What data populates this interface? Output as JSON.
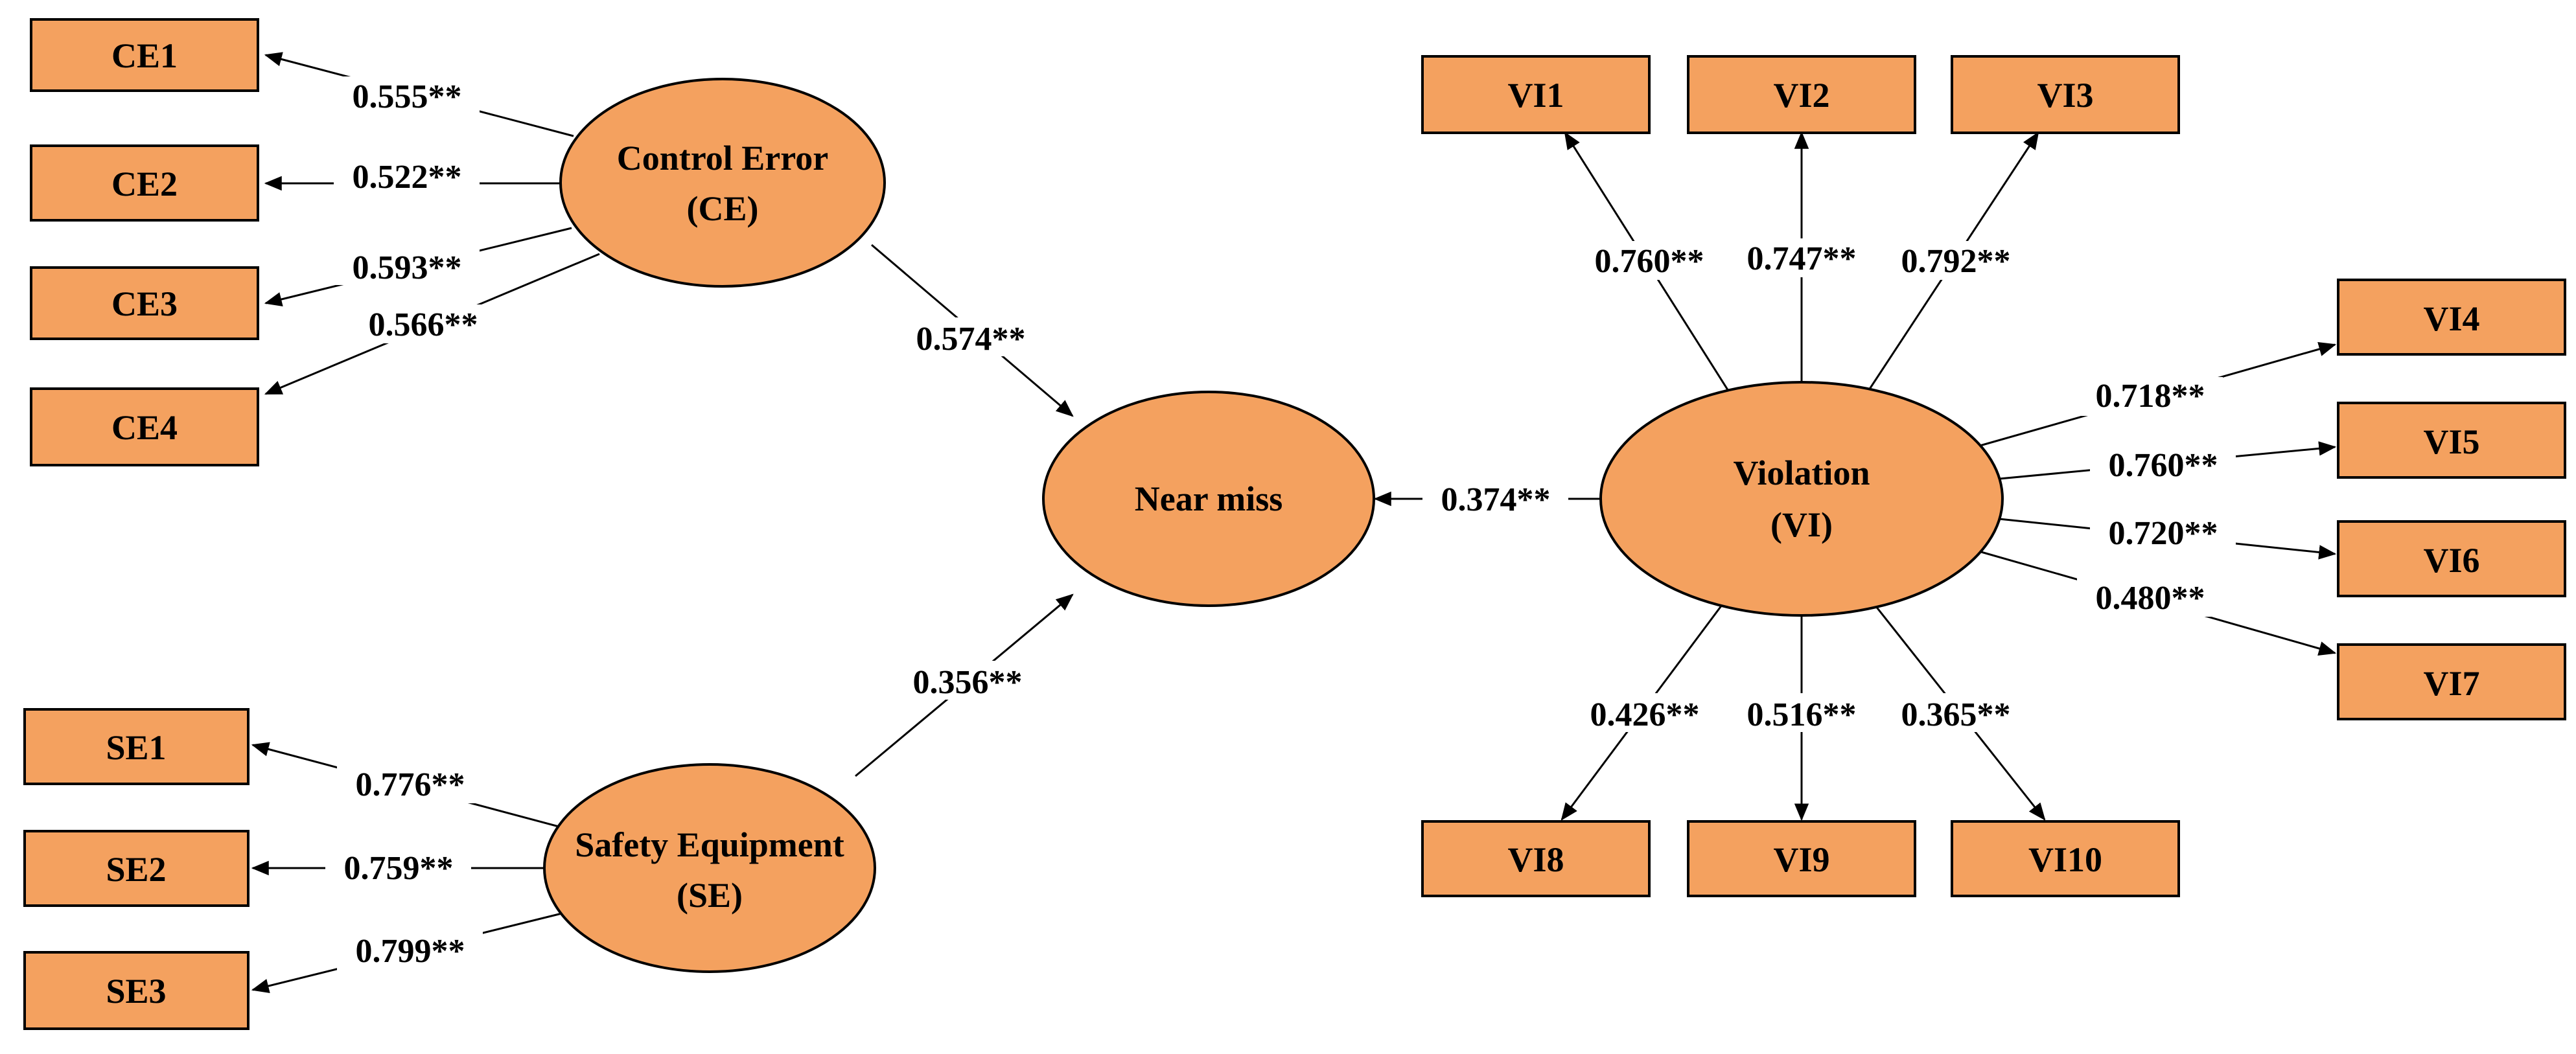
{
  "colors": {
    "node_fill": "#F4A15F",
    "stroke": "#000000",
    "background": "#FFFFFF"
  },
  "constructs": {
    "ce": {
      "line1": "Control Error",
      "line2": "(CE)"
    },
    "se": {
      "line1": "Safety Equipment",
      "line2": "(SE)"
    },
    "vi": {
      "line1": "Violation",
      "line2": "(VI)"
    },
    "nm": {
      "label": "Near miss"
    }
  },
  "indicators": {
    "ce1": "CE1",
    "ce2": "CE2",
    "ce3": "CE3",
    "ce4": "CE4",
    "se1": "SE1",
    "se2": "SE2",
    "se3": "SE3",
    "vi1": "VI1",
    "vi2": "VI2",
    "vi3": "VI3",
    "vi4": "VI4",
    "vi5": "VI5",
    "vi6": "VI6",
    "vi7": "VI7",
    "vi8": "VI8",
    "vi9": "VI9",
    "vi10": "VI10"
  },
  "loadings": {
    "ce1": "0.555**",
    "ce2": "0.522**",
    "ce3": "0.593**",
    "ce4": "0.566**",
    "se1": "0.776**",
    "se2": "0.759**",
    "se3": "0.799**",
    "vi1": "0.760**",
    "vi2": "0.747**",
    "vi3": "0.792**",
    "vi4": "0.718**",
    "vi5": "0.760**",
    "vi6": "0.720**",
    "vi7": "0.480**",
    "vi8": "0.426**",
    "vi9": "0.516**",
    "vi10": "0.365**"
  },
  "paths": {
    "ce_nm": "0.574**",
    "se_nm": "0.356**",
    "vi_nm": "0.374**"
  }
}
